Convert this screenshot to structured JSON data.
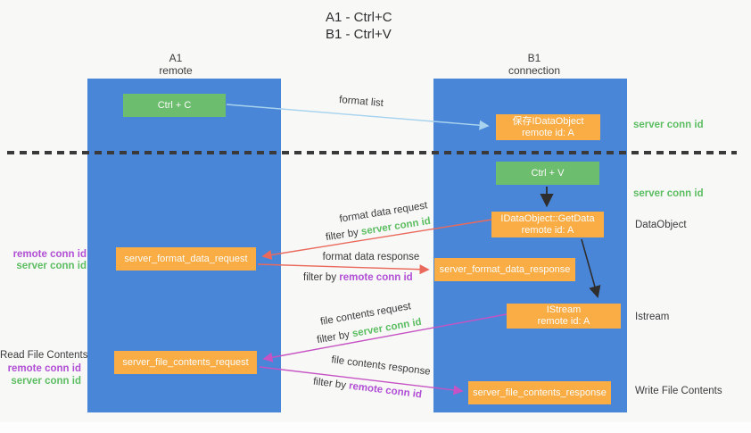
{
  "title": {
    "line1": "A1 - Ctrl+C",
    "line2": "B1 - Ctrl+V"
  },
  "lifelines": {
    "left": {
      "name": "A1",
      "role": "remote"
    },
    "right": {
      "name": "B1",
      "role": "connection"
    }
  },
  "boxes": {
    "ctrl_c": {
      "label": "Ctrl + C"
    },
    "save_dataobject": {
      "line1": "保存IDataObject",
      "line2": "remote id: A"
    },
    "ctrl_v": {
      "label": "Ctrl + V"
    },
    "getdata": {
      "line1": "IDataObject::GetData",
      "line2": "remote id: A"
    },
    "istream": {
      "line1": "IStream",
      "line2": "remote id: A"
    },
    "format_request": {
      "label": "server_format_data_request"
    },
    "format_response": {
      "label": "server_format_data_response"
    },
    "file_request": {
      "label": "server_file_contents_request"
    },
    "file_response": {
      "label": "server_file_contents_response"
    }
  },
  "arrow_labels": {
    "format_list": "format list",
    "format_data_request": "format data request",
    "format_data_response": "format data response",
    "file_contents_request": "file contents request",
    "file_contents_response": "file contents response",
    "filter_by": "filter by ",
    "server_conn_id": "server conn id",
    "remote_conn_id": "remote conn id"
  },
  "side_labels": {
    "server_conn_id_top": "server conn id",
    "server_conn_id_mid": "server conn id",
    "dataobject": "DataObject",
    "istream": "Istream",
    "write_file_contents": "Write File Contents",
    "read_file_contents": "Read File Contents",
    "remote_conn_id": "remote conn id",
    "server_conn_id": "server conn id"
  },
  "colors": {
    "lifeline_blue": "#4a86d8",
    "action_green": "#6cbd6d",
    "object_orange": "#f9ad44",
    "server_conn_green": "#5dbd62",
    "remote_conn_purple": "#b14fd4",
    "format_arrow_red": "#e96a5c",
    "file_arrow_magenta": "#c553c3",
    "format_list_blue": "#a8d3ee",
    "background": "#f8f8f7"
  }
}
